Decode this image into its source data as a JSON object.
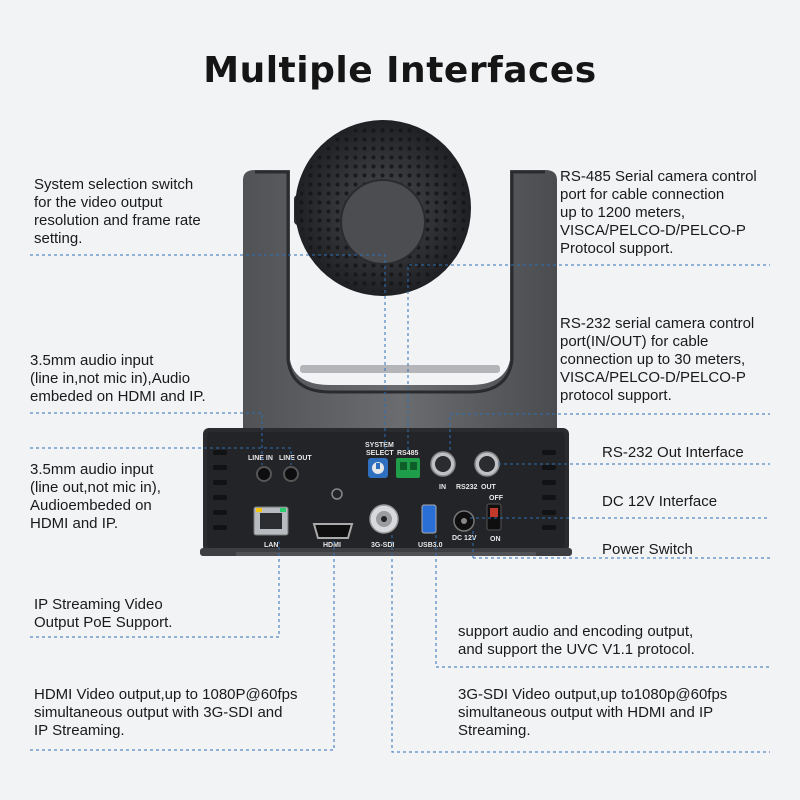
{
  "title": "Multiple Interfaces",
  "callouts": {
    "system_switch": [
      "System selection switch",
      "for the video output",
      "resolution and frame rate",
      "setting."
    ],
    "rs485": [
      "RS-485 Serial camera control",
      "port for cable connection",
      "up to 1200 meters,",
      "VISCA/PELCO-D/PELCO-P",
      "Protocol support."
    ],
    "audio_in": [
      "3.5mm audio input",
      "(line in,not mic in),Audio",
      "embeded on HDMI and IP."
    ],
    "rs232": [
      "RS-232 serial camera control",
      "port(IN/OUT) for cable",
      "connection up to 30 meters,",
      "VISCA/PELCO-D/PELCO-P",
      "protocol support."
    ],
    "audio_out": [
      "3.5mm audio input",
      "(line out,not mic in),",
      "Audioembeded on",
      "HDMI and IP."
    ],
    "rs232_out": [
      "RS-232 Out Interface"
    ],
    "dc12v": [
      "DC 12V Interface"
    ],
    "power_switch": [
      "Power Switch"
    ],
    "ip_streaming": [
      "IP Streaming Video",
      "Output PoE Support."
    ],
    "usb": [
      "support audio and encoding output,",
      "and support the UVC V1.1 protocol."
    ],
    "hdmi": [
      "HDMI Video output,up to 1080P@60fps",
      "simultaneous output with 3G-SDI and",
      "IP Streaming."
    ],
    "sdi": [
      "3G-SDI Video output,up to1080p@60fps",
      "simultaneous output with HDMI and IP",
      "Streaming."
    ]
  },
  "panel_labels": {
    "line_in": "LINE IN",
    "line_out": "LINE OUT",
    "system_select_1": "SYSTEM",
    "system_select_2": "SELECT",
    "rs485": "RS485",
    "in": "IN",
    "rs232": "RS232",
    "out": "OUT",
    "off": "OFF",
    "on": "ON",
    "lan": "LAN",
    "hdmi": "HDMI",
    "sdi": "3G-SDI",
    "usb": "USB3.0",
    "dc": "DC 12V"
  },
  "colors": {
    "body": "#3a3c40",
    "panel": "#26272a",
    "dashed_line": "#2f6fb5",
    "background": "#f1f3f5"
  }
}
